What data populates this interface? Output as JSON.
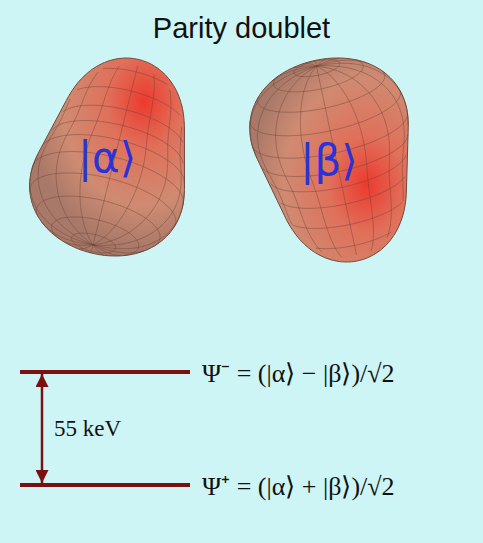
{
  "diagram": {
    "title": "Parity doublet",
    "nodes": [
      {
        "text": [
          "|α⟩"
        ]
      },
      {
        "text": [
          "|β⟩"
        ]
      },
      {
        "text": [
          "Ψ⁻ = (|α⟩ − |β⟩)/√2"
        ]
      },
      {
        "text": [
          "Ψ⁺ = (|α⟩ + |β⟩)/√2"
        ]
      }
    ],
    "edges": [
      {
        "from": 3,
        "to": 2,
        "label": "55 keV",
        "arrow": "both"
      }
    ]
  }
}
